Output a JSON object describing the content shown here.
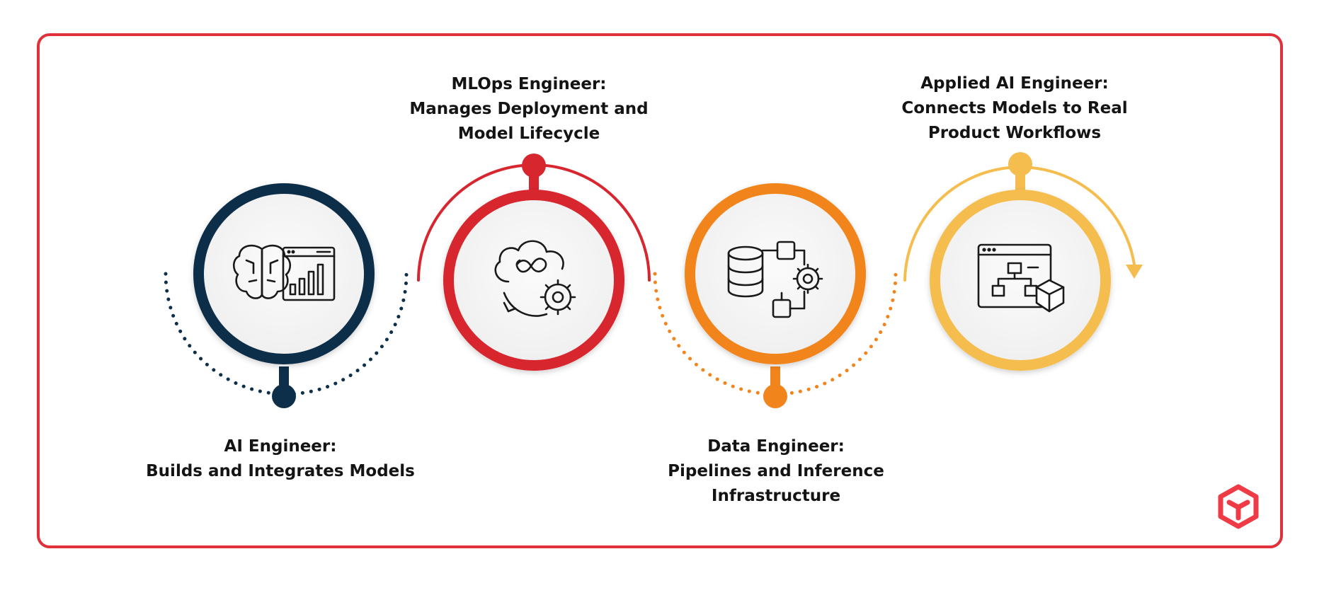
{
  "roles": [
    {
      "id": "ai",
      "title": "AI Engineer:",
      "lines": [
        "Builds and Integrates Models"
      ],
      "color": "#0d2f4a",
      "icon": "brain-dashboard-icon"
    },
    {
      "id": "mlops",
      "title": "MLOps Engineer:",
      "lines": [
        "Manages Deployment and",
        "Model Lifecycle"
      ],
      "color": "#d8262f",
      "icon": "cloud-infinity-gear-icon"
    },
    {
      "id": "data",
      "title": "Data Engineer:",
      "lines": [
        "Pipelines and Inference",
        "Infrastructure"
      ],
      "color": "#f2841c",
      "icon": "database-pipeline-gear-icon"
    },
    {
      "id": "applied",
      "title": "Applied AI Engineer:",
      "lines": [
        "Connects Models to Real",
        "Product Workflows"
      ],
      "color": "#f5bd4e",
      "icon": "workflow-window-cube-icon"
    }
  ],
  "colors": {
    "frame": "#e0313b",
    "text": "#141414",
    "icon_stroke": "#1a1a1a",
    "logo": "#ef3b45"
  },
  "logo": {
    "icon": "cube-logo-icon"
  }
}
